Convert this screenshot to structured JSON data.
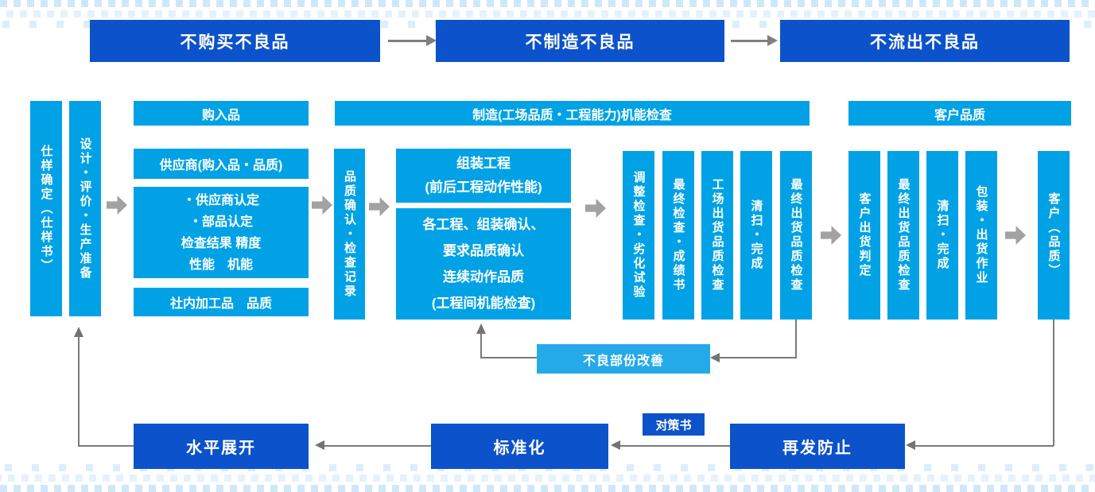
{
  "colors": {
    "dark_blue": "#0c52ca",
    "light_blue": "#00a2e5",
    "improvement_blue": "#25aae9",
    "connector_gray": "#737373",
    "block_arrow_gray": "#a2a2a2",
    "dot_pattern_blue": "#cfe8f9"
  },
  "top_flow": [
    "不购买不良品",
    "不制造不良品",
    "不流出不良品"
  ],
  "left_bars": [
    "仕样确定（仕样书）",
    "设计・评价・生产准备"
  ],
  "purchase": {
    "header": "购入品",
    "supplier": "供应商(购入品・品质)",
    "details": [
      "・供应商认定",
      "・部品认定",
      "检查结果 精度",
      "性能　机能"
    ],
    "internal": "社内加工品　品质"
  },
  "quality_confirm_bar": "品质确认・检查记录",
  "manufacture": {
    "header": "制造(工场品质・工程能力)机能检查",
    "assembly_lines": [
      "组装工程",
      "(前后工程动作性能)"
    ],
    "process_lines": [
      "各工程、组装确认、",
      "要求品质确认",
      "连续动作品质",
      "(工程间机能检查)"
    ],
    "bars": [
      "调整检查・劣化试验",
      "最终检查・成绩书",
      "工场出货品质检查",
      "清扫・完成",
      "最终出货品质检查"
    ]
  },
  "customer": {
    "header": "客户品质",
    "bars": [
      "客户出货判定",
      "最终出货品质检查",
      "清扫・完成",
      "包装・出货作业"
    ],
    "final_bar": "客户（品质）"
  },
  "improvement": "不良部份改善",
  "bottom_flow": {
    "horizontal_deploy": "水平展开",
    "standardization": "标准化",
    "countermeasure_doc": "对策书",
    "recurrence_prevention": "再发防止"
  }
}
